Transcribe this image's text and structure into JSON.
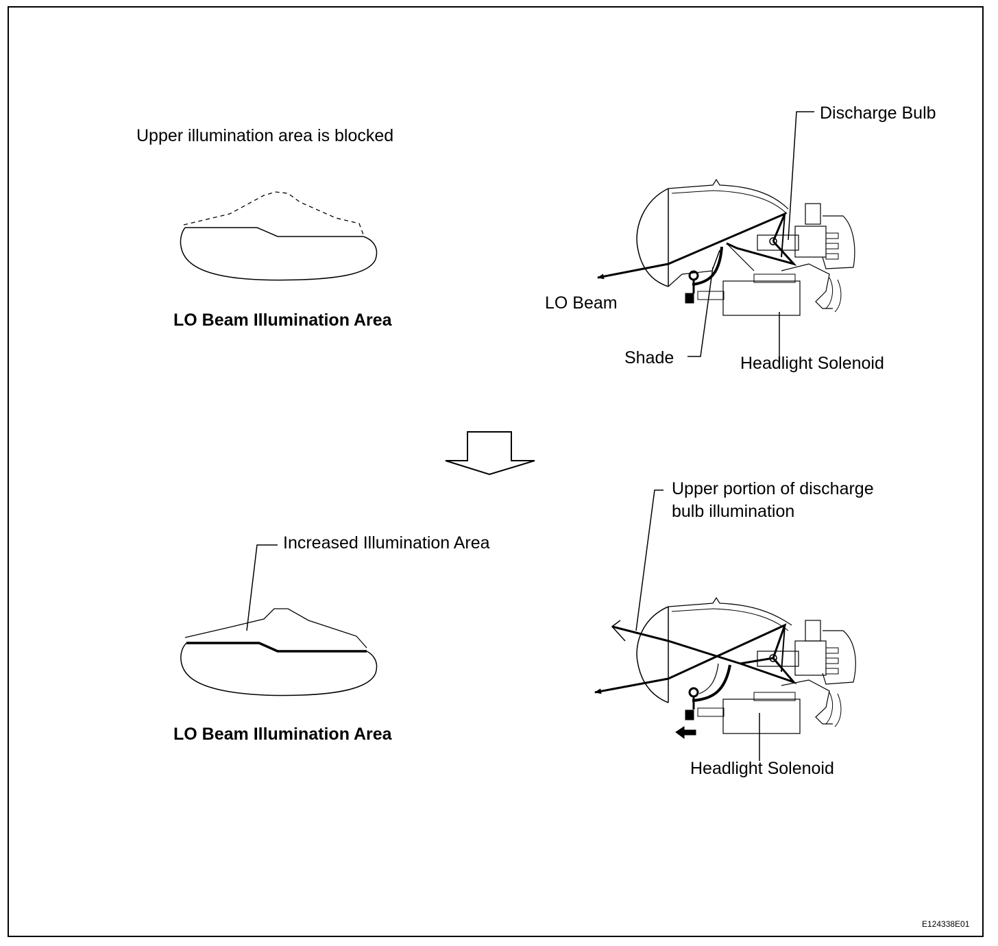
{
  "top": {
    "blocked_caption": "Upper illumination area is blocked",
    "area_caption": "LO Beam Illumination Area",
    "discharge_bulb": "Discharge Bulb",
    "lo_beam": "LO Beam",
    "shade": "Shade",
    "solenoid": "Headlight Solenoid"
  },
  "bottom": {
    "increased_area": "Increased Illumination Area",
    "area_caption": "LO Beam Illumination Area",
    "upper_portion_line1": "Upper portion of discharge",
    "upper_portion_line2": "bulb illumination",
    "solenoid": "Headlight Solenoid"
  },
  "figure_code": "E124338E01"
}
